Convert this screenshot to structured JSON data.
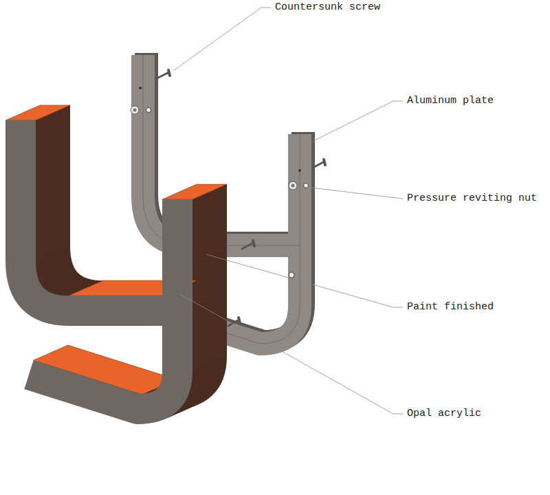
{
  "diagram": {
    "labels": [
      "Countersunk screw",
      "Aluminum plate",
      "Pressure reviting nut",
      "Paint finished",
      "Opal acrylic"
    ]
  }
}
